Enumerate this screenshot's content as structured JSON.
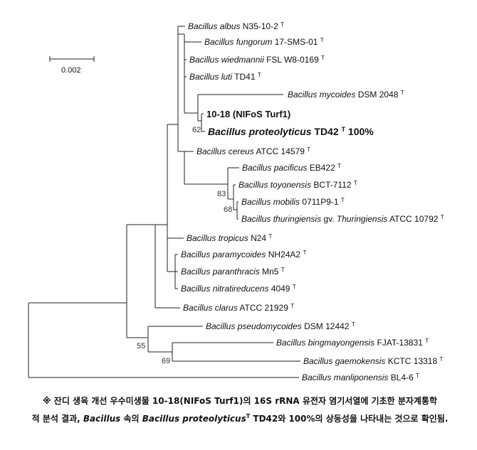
{
  "colors": {
    "sample_highlight": "#e8000b",
    "match_highlight": "#1f87c8",
    "branch": "#222222",
    "text": "#111111"
  },
  "scale_bar": {
    "label": "0.002"
  },
  "taxa": [
    {
      "id": "albus",
      "genus": "Bacillus",
      "epithet": "albus",
      "strain": "N35-10-2",
      "type_strain": "T"
    },
    {
      "id": "fungorum",
      "genus": "Bacillus",
      "epithet": "fungorum",
      "strain": "17-SMS-01",
      "type_strain": "T"
    },
    {
      "id": "wiedmannii",
      "genus": "Bacillus",
      "epithet": "wiedmannii",
      "strain": "FSL W8-0169",
      "type_strain": "T"
    },
    {
      "id": "luti",
      "genus": "Bacillus",
      "epithet": "luti",
      "strain": "TD41",
      "type_strain": "T"
    },
    {
      "id": "mycoides",
      "genus": "Bacillus",
      "epithet": "mycoides",
      "strain": "DSM 2048",
      "type_strain": "T"
    },
    {
      "id": "sample",
      "label": "10-18 (NIFoS Turf1)"
    },
    {
      "id": "proteolyticus",
      "genus": "Bacillus",
      "epithet": "proteolyticus",
      "strain": "TD42",
      "type_strain": "T",
      "identity": "100%"
    },
    {
      "id": "cereus",
      "genus": "Bacillus",
      "epithet": "cereus",
      "strain": "ATCC 14579",
      "type_strain": "T"
    },
    {
      "id": "pacificus",
      "genus": "Bacillus",
      "epithet": "pacificus",
      "strain": "EB422",
      "type_strain": "T"
    },
    {
      "id": "toyonensis",
      "genus": "Bacillus",
      "epithet": "toyonensis",
      "strain": "BCT-7112",
      "type_strain": "T"
    },
    {
      "id": "mobilis",
      "genus": "Bacillus",
      "epithet": "mobilis",
      "strain": "0711P9-1",
      "type_strain": "T"
    },
    {
      "id": "thuringiensis",
      "genus": "Bacillus",
      "epithet": "thuringiensis",
      "middle": "gv.",
      "epithet2": "Thuringiensis",
      "strain": "ATCC 10792",
      "type_strain": "T"
    },
    {
      "id": "tropicus",
      "genus": "Bacillus",
      "epithet": "tropicus",
      "strain": "N24",
      "type_strain": "T"
    },
    {
      "id": "paramycoides",
      "genus": "Bacillus",
      "epithet": "paramycoides",
      "strain": "NH24A2",
      "type_strain": "T"
    },
    {
      "id": "paranthracis",
      "genus": "Bacillus",
      "epithet": "paranthracis",
      "strain": "Mn5",
      "type_strain": "T"
    },
    {
      "id": "nitratireducens",
      "genus": "Bacillus",
      "epithet": "nitratireducens",
      "strain": "4049",
      "type_strain": "T"
    },
    {
      "id": "clarus",
      "genus": "Bacillus",
      "epithet": "clarus",
      "strain": "ATCC 21929",
      "type_strain": "T"
    },
    {
      "id": "pseudomycoides",
      "genus": "Bacillus",
      "epithet": "pseudomycoides",
      "strain": "DSM 12442",
      "type_strain": "T"
    },
    {
      "id": "bingmayongensis",
      "genus": "Bacillus",
      "epithet": "bingmayongensis",
      "strain": "FJAT-13831",
      "type_strain": "T"
    },
    {
      "id": "gaemokensis",
      "genus": "Bacillus",
      "epithet": "gaemokensis",
      "strain": "KCTC 13318",
      "type_strain": "T"
    },
    {
      "id": "manliponensis",
      "genus": "Bacillus",
      "epithet": "manliponensis",
      "strain": "BL4-6",
      "type_strain": "T"
    }
  ],
  "bootstrap_values": [
    "62",
    "83",
    "68",
    "55",
    "69"
  ],
  "caption": {
    "line1": "※ 잔디 생육 개선 우수미생물 10-18(NIFoS Turf1)의 16S rRNA 유전자 염기서열에 기초한 분자계통학",
    "line2_prefix": "적 분석 결과, ",
    "line2_genus": "Bacillus",
    "line2_mid": " 속의 ",
    "line2_species": "Bacillus proteolyticus",
    "line2_sup": "T",
    "line2_suffix": " TD42와 100%의 상동성을 나타내는 것으로 확인됨."
  }
}
